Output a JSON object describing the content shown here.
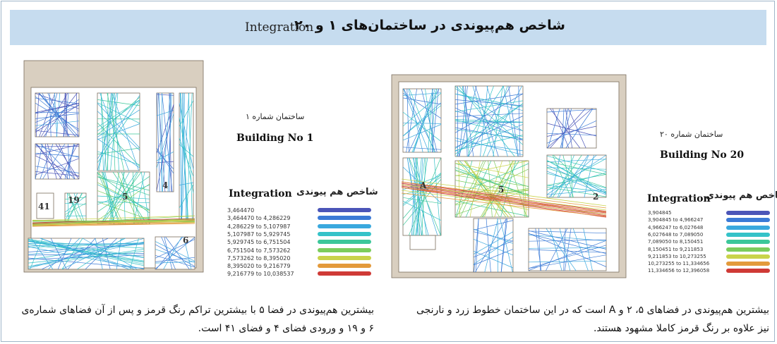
{
  "header": {
    "title_fa": "شاخص هم‌پیوندی در ساختمان‌های ۱ و ۲۰",
    "title_en": "Integration"
  },
  "colors": {
    "header_bg": "#c6dcef",
    "wall": "#d9cfc0",
    "floor": "#ffffff"
  },
  "panels": {
    "building1": {
      "name_fa": "ساختمان شماره ۱",
      "name_en": "Building No 1",
      "legend_title_en": "Integration",
      "legend_title_fa": "شاخص هم پیوندی",
      "room_labels": [
        "41",
        "19",
        "5",
        "4",
        "6"
      ],
      "legend": [
        {
          "label": "3,464470",
          "color": "#4b55b8"
        },
        {
          "label": "3,464470 to 4,286229",
          "color": "#3b7ad6"
        },
        {
          "label": "4,286229 to 5,107987",
          "color": "#3aa8de"
        },
        {
          "label": "5,107987 to 5,929745",
          "color": "#34c2c8"
        },
        {
          "label": "5,929745 to 6,751504",
          "color": "#3cc79a"
        },
        {
          "label": "6,751504 to 7,573262",
          "color": "#7ccc5c"
        },
        {
          "label": "7,573262 to 8,395020",
          "color": "#c9d34a"
        },
        {
          "label": "8,395020 to 9,216779",
          "color": "#e39a3b"
        },
        {
          "label": "9,216779 to 10,038537",
          "color": "#cf3a36"
        }
      ],
      "caption": "بیشترین هم‌پیوندی در فضا ۵ با بیشترین تراکم رنگ قرمز و پس از آن فضاهای شماره‌ی ۶ و ۱۹ و ورودی فضای ۴ و فضای ۴۱ است."
    },
    "building20": {
      "name_fa": "ساختمان شماره ۲۰",
      "name_en": "Building No 20",
      "legend_title_en": "Integration",
      "legend_title_fa": "شاخص هم پیوندی",
      "room_labels": [
        "A",
        "5",
        "2"
      ],
      "legend": [
        {
          "label": "3,904845",
          "color": "#4b55b8"
        },
        {
          "label": "3,904845 to 4,966247",
          "color": "#3b7ad6"
        },
        {
          "label": "4,966247 to 6,027648",
          "color": "#3aa8de"
        },
        {
          "label": "6,027648 to 7,089050",
          "color": "#34c2c8"
        },
        {
          "label": "7,089050 to 8,150451",
          "color": "#3cc79a"
        },
        {
          "label": "8,150451 to 9,211853",
          "color": "#7ccc5c"
        },
        {
          "label": "9,211853 to 10,273255",
          "color": "#c9d34a"
        },
        {
          "label": "10,273255 to 11,334656",
          "color": "#e39a3b"
        },
        {
          "label": "11,334656 to 12,396058",
          "color": "#cf3a36"
        }
      ],
      "caption": "بیشترین هم‌پیوندی در فضاهای ۵، ۲ و A است که در این ساختمان خطوط زرد و نارنجی نیز علاوه بر رنگ قرمز کاملا مشهود هستند."
    }
  }
}
